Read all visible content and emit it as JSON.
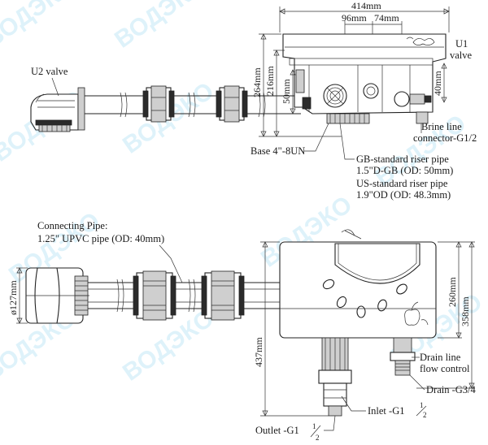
{
  "watermark": "ВОДЭКО",
  "top_view": {
    "dimensions": {
      "overall_width": "414mm",
      "width_a": "96mm",
      "width_b": "74mm",
      "height_total": "264mm",
      "height_b": "216mm",
      "height_c": "50mm",
      "height_right": "40mm"
    },
    "labels": {
      "u2_valve": "U2 valve",
      "u1_valve_line1": "U1",
      "u1_valve_line2": "valve",
      "brine_line1": "Brine line",
      "brine_line2": "connector-G1/2",
      "base": "Base 4\"-8UN",
      "gb_riser_line1": "GB-standard riser pipe",
      "gb_riser_line2": "1.5\"D-GB (OD: 50mm)",
      "us_riser_line1": "US-standard riser pipe",
      "us_riser_line2": "1.9\"OD (OD: 48.3mm)"
    }
  },
  "bottom_view": {
    "dimensions": {
      "diameter": "ø127mm",
      "height_260": "260mm",
      "height_358": "358mm",
      "height_437": "437mm"
    },
    "labels": {
      "connecting_pipe_line1": "Connecting Pipe:",
      "connecting_pipe_line2": "1.25\" UPVC pipe (OD: 40mm)",
      "drain_flow_line1": "Drain line",
      "drain_flow_line2": "flow control",
      "drain": "Drain -G3/4",
      "inlet": "Inlet -G1",
      "inlet_fraction_num": "1",
      "inlet_fraction_den": "2",
      "outlet": "Outlet -G1",
      "outlet_fraction_num": "1",
      "outlet_fraction_den": "2"
    }
  }
}
